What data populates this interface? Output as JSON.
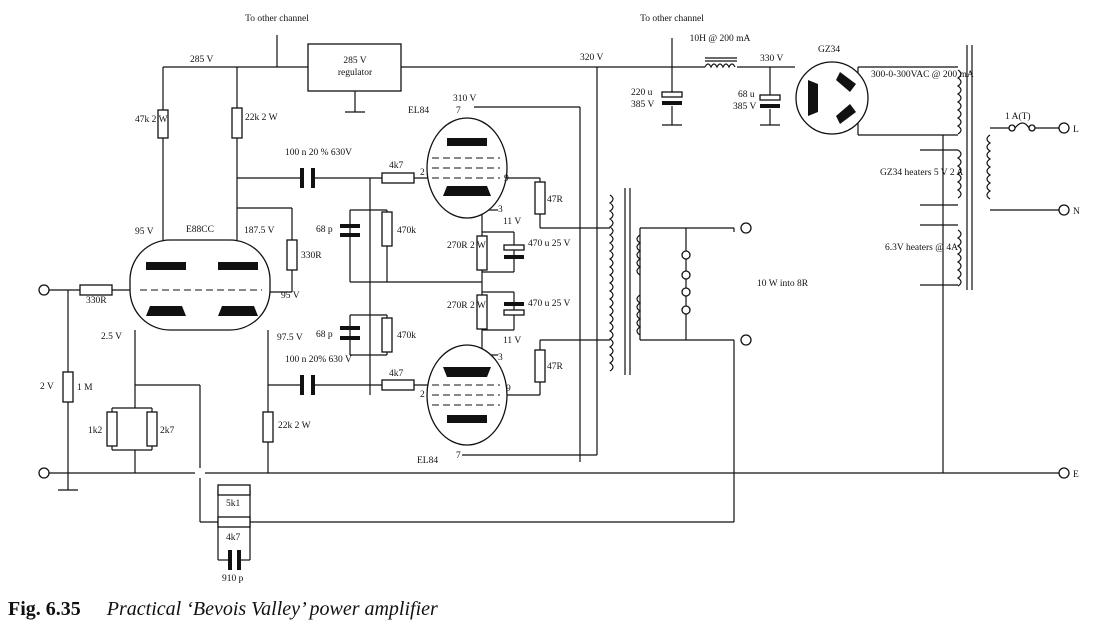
{
  "labels": {
    "to_other_1": "To other channel",
    "to_other_2": "To other channel",
    "v285": "285 V",
    "reg_line1": "285 V",
    "reg_line2": "regulator",
    "v320": "320 V",
    "v330": "330 V",
    "v310": "310 V",
    "choke": "10H @ 200 mA",
    "c220": "220 u",
    "c220v": "385 V",
    "c68": "68 u",
    "c68v": "385 V",
    "gz34": "GZ34",
    "hv_sec": "300-0-300VAC @ 200 mA",
    "fuse": "1 A(T)",
    "L": "L",
    "N": "N",
    "E": "E",
    "gz34_heaters": "GZ34 heaters 5 V 2 A",
    "el84_heaters": "6.3V heaters @ 4A",
    "r47k": "47k 2 W",
    "r22k_top": "22k 2 W",
    "el84_top": "EL84",
    "el84_bot": "EL84",
    "c100n_top": "100 n 20 % 630V",
    "c100n_bot": "100 n 20% 630 V",
    "r4k7_top": "4k7",
    "r4k7_bot": "4k7",
    "e88cc": "E88CC",
    "v95a": "95 V",
    "v1875": "187.5 V",
    "v95b": "95 V",
    "v975": "97.5 V",
    "v25": "2.5 V",
    "v2": "2 V",
    "r330r_in": "330R",
    "r330r": "330R",
    "r1m": "1 M",
    "r1k2": "1k2",
    "r2k7": "2k7",
    "c68p_top": "68 p",
    "c68p_bot": "68 p",
    "r470k_top": "470k",
    "r470k_bot": "470k",
    "r270r_top": "270R 2 W",
    "r270r_bot": "270R 2 W",
    "c470u_top": "470 u 25 V",
    "c470u_bot": "470 u 25 V",
    "v11_top": "11 V",
    "v11_bot": "11 V",
    "r47r_top": "47R",
    "r47r_bot": "47R",
    "r22k_bot": "22k 2 W",
    "r5k1": "5k1",
    "r4k7_fb": "4k7",
    "c910p": "910 p",
    "out": "10 W into 8R",
    "pin2a": "2",
    "pin7a": "7",
    "pin9a": "9",
    "pin3a": "3",
    "pin3b": "3",
    "pin9b": "9",
    "pin2b": "2",
    "pin7b": "7"
  },
  "caption": {
    "number": "Fig. 6.35",
    "title": "Practical ‘Bevois Valley’ power amplifier"
  }
}
